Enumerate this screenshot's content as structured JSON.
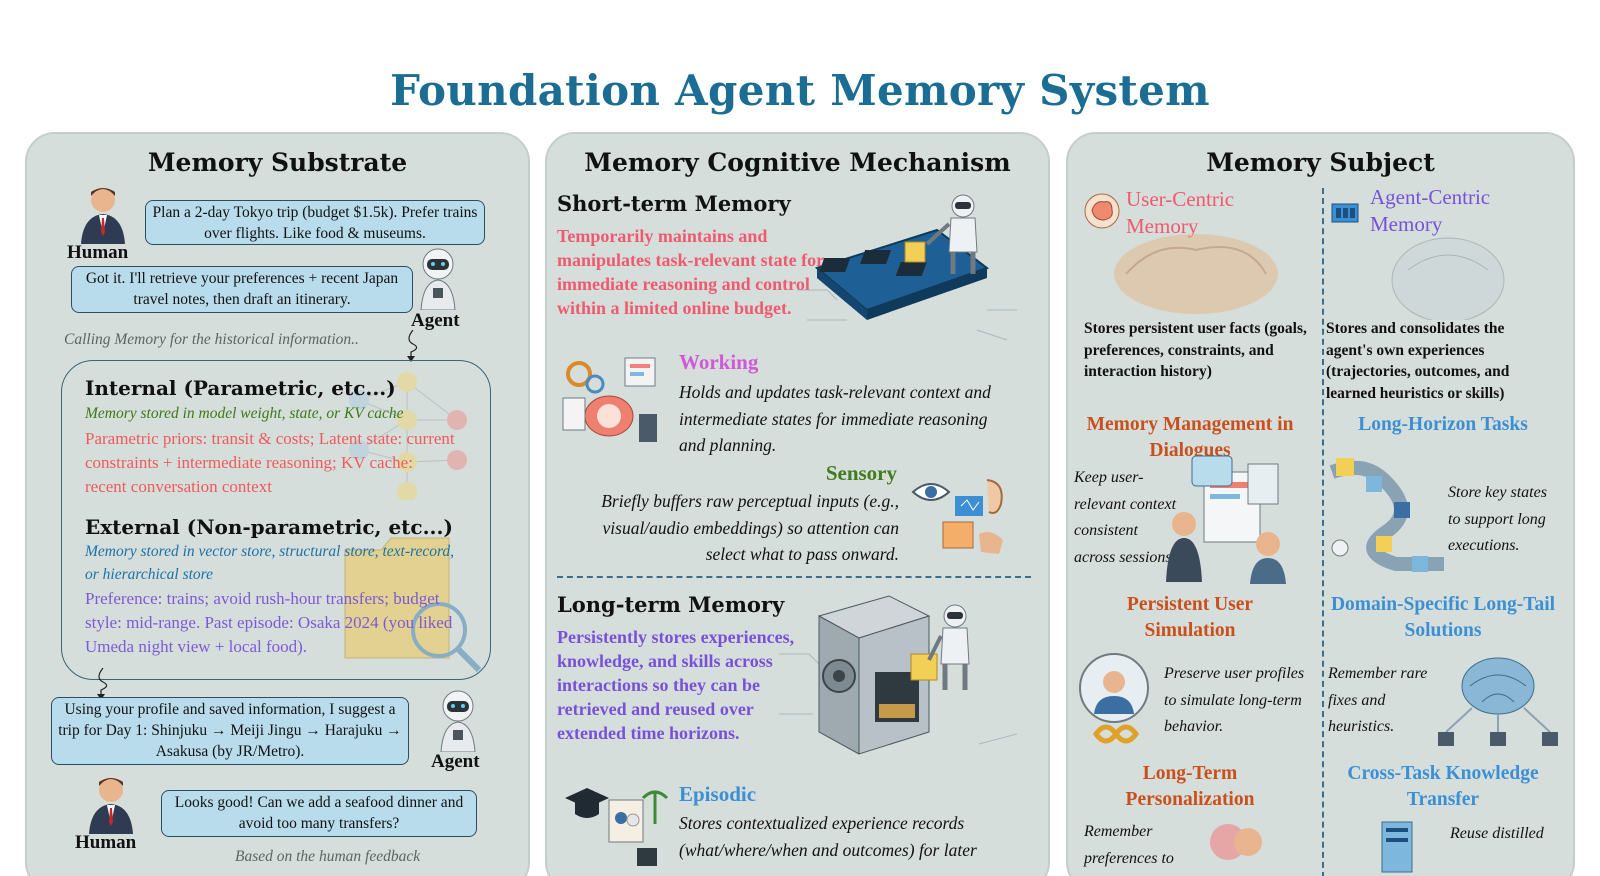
{
  "title": "Foundation Agent Memory System",
  "substrate": {
    "title": "Memory Substrate",
    "human_label": "Human",
    "agent_label": "Agent",
    "human_msg_1": "Plan a 2-day Tokyo trip (budget $1.5k). Prefer trains over flights. Like food & museums.",
    "agent_msg_1": "Got it. I'll retrieve your preferences + recent Japan travel notes, then draft an itinerary.",
    "calling_note": "Calling Memory for the historical information..",
    "internal": {
      "heading": "Internal (Parametric, etc...)",
      "subtitle": "Memory stored in model weight, state, or KV cache",
      "body": "Parametric priors: transit & costs; Latent state: current constraints + intermediate reasoning; KV cache: recent conversation context"
    },
    "external": {
      "heading": "External (Non-parametric, etc...)",
      "subtitle": "Memory stored in vector store, structural store, text-record, or hierarchical store",
      "body": "Preference: trains; avoid rush-hour transfers; budget style: mid-range. Past episode: Osaka 2024 (you liked Umeda night view + local food)."
    },
    "agent_msg_2": "Using your profile and saved information, I suggest a trip for Day 1: Shinjuku → Meiji Jingu → Harajuku → Asakusa (by JR/Metro).",
    "human_msg_2": "Looks good! Can we add a seafood dinner and avoid too many transfers?",
    "feedback_note": "Based on the human feedback"
  },
  "mechanism": {
    "title": "Memory Cognitive Mechanism",
    "short_term": {
      "heading": "Short-term Memory",
      "desc": "Temporarily maintains and manipulates task-relevant state for immediate reasoning and control within a limited online budget."
    },
    "working": {
      "heading": "Working",
      "desc": "Holds and updates task-relevant context and intermediate states for immediate reasoning and planning."
    },
    "sensory": {
      "heading": "Sensory",
      "desc": "Briefly buffers raw perceptual inputs (e.g., visual/audio embeddings) so attention can select what to pass onward."
    },
    "long_term": {
      "heading": "Long-term Memory",
      "desc": "Persistently stores experiences, knowledge, and skills across interactions so they can be retrieved and reused over extended time horizons."
    },
    "episodic": {
      "heading": "Episodic",
      "desc": "Stores contextualized experience records (what/where/when and outcomes) for later"
    }
  },
  "subject": {
    "title": "Memory Subject",
    "user_centric": {
      "heading": "User-Centric Memory",
      "desc": "Stores persistent user facts (goals, preferences, constraints, and interaction history)"
    },
    "agent_centric": {
      "heading": "Agent-Centric Memory",
      "desc": "Stores and consolidates the agent's own experiences (trajectories, outcomes, and learned heuristics or skills)"
    },
    "user_items": [
      {
        "heading": "Memory Management in Dialogues",
        "desc": "Keep user-relevant context consistent across sessions."
      },
      {
        "heading": "Persistent User Simulation",
        "desc": "Preserve user profiles to simulate long-term behavior."
      },
      {
        "heading": "Long-Term Personalization",
        "desc": "Remember preferences to"
      }
    ],
    "agent_items": [
      {
        "heading": "Long-Horizon Tasks",
        "desc": "Store key states to support long executions."
      },
      {
        "heading": "Domain-Specific Long-Tail Solutions",
        "desc": "Remember rare fixes and heuristics."
      },
      {
        "heading": "Cross-Task Knowledge Transfer",
        "desc": "Reuse distilled"
      }
    ]
  },
  "colors": {
    "title": "#1b6d94",
    "panel_bg": "#d6dedb",
    "bubble_bg": "#b9dcec",
    "green": "#3a7a17",
    "red": "#ef5a5a",
    "purple": "#7c5ad6",
    "orange": "#c9501c",
    "blue": "#3b8fd4"
  }
}
